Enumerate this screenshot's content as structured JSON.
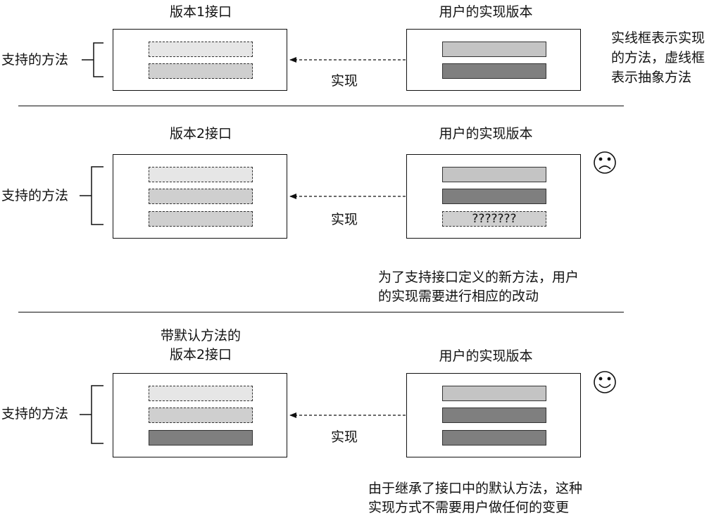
{
  "panels": [
    {
      "iface_title": "版本1接口",
      "impl_title": "用户的实现版本",
      "methods_label": "支持的方法",
      "arrow_label": "实现",
      "note_lines": [
        "实线框表示实现",
        "的方法，虚线框",
        "表示抽象方法"
      ],
      "face": "none"
    },
    {
      "iface_title": "版本2接口",
      "impl_title": "用户的实现版本",
      "methods_label": "支持的方法",
      "arrow_label": "实现",
      "unknown_method": "???????",
      "note_lines": [
        "为了支持接口定义的新方法，用户",
        "的实现需要进行相应的改动"
      ],
      "face": "sad"
    },
    {
      "iface_title_lines": [
        "带默认方法的",
        "版本2接口"
      ],
      "impl_title": "用户的实现版本",
      "methods_label": "支持的方法",
      "arrow_label": "实现",
      "note_lines": [
        "由于继承了接口中的默认方法，这种",
        "实现方式不需要用户做任何的变更"
      ],
      "face": "happy"
    }
  ],
  "icons": {
    "sad_face": "frowning-face-icon",
    "happy_face": "smiling-face-icon"
  }
}
